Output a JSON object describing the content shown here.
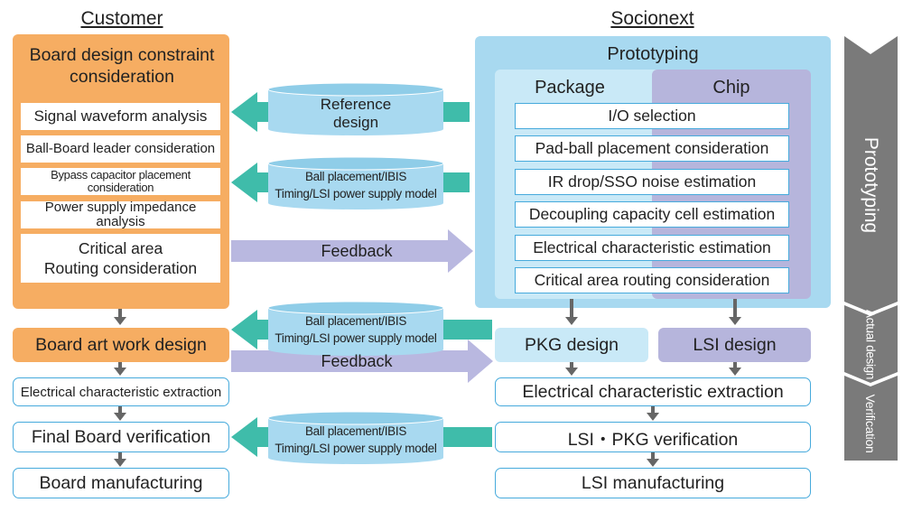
{
  "headers": {
    "customer": "Customer",
    "socionext": "Socionext"
  },
  "customer": {
    "board_design_title": "Board design constraint consideration",
    "items": [
      "Signal waveform analysis",
      "Ball-Board leader consideration",
      "Bypass capacitor placement consideration",
      "Power supply impedance analysis"
    ],
    "critical_line1": "Critical area",
    "critical_line2": "Routing consideration",
    "board_art": "Board art work design",
    "elec_extraction": "Electrical characteristic extraction",
    "final_verification": "Final Board verification",
    "manufacturing": "Board manufacturing"
  },
  "socionext": {
    "prototyping_title": "Prototyping",
    "package_label": "Package",
    "chip_label": "Chip",
    "items": [
      "I/O selection",
      "Pad-ball placement consideration",
      "IR drop/SSO noise estimation",
      "Decoupling capacity cell estimation",
      "Electrical characteristic estimation",
      "Critical area routing consideration"
    ],
    "pkg_design": "PKG design",
    "lsi_design": "LSI design",
    "elec_extraction": "Electrical characteristic extraction",
    "lsi_pkg_verification": "LSI・PKG verification",
    "manufacturing": "LSI manufacturing"
  },
  "flows": {
    "reference_line1": "Reference",
    "reference_line2": "design",
    "ball_line1": "Ball placement/IBIS",
    "ball_line2": "Timing/LSI power supply model",
    "feedback": "Feedback"
  },
  "phases": {
    "prototyping": "Prototyping",
    "actual_design": "Actual design",
    "verification": "Verification"
  },
  "colors": {
    "orange": "#f6ad62",
    "light_blue": "#a8d9f0",
    "package_blue": "#c9e9f7",
    "chip_purple": "#b6b5dc",
    "teal_arrow": "#3fbcaa",
    "feedback_purple": "#b9b8e0",
    "phase_gray": "#7a7a7a"
  }
}
